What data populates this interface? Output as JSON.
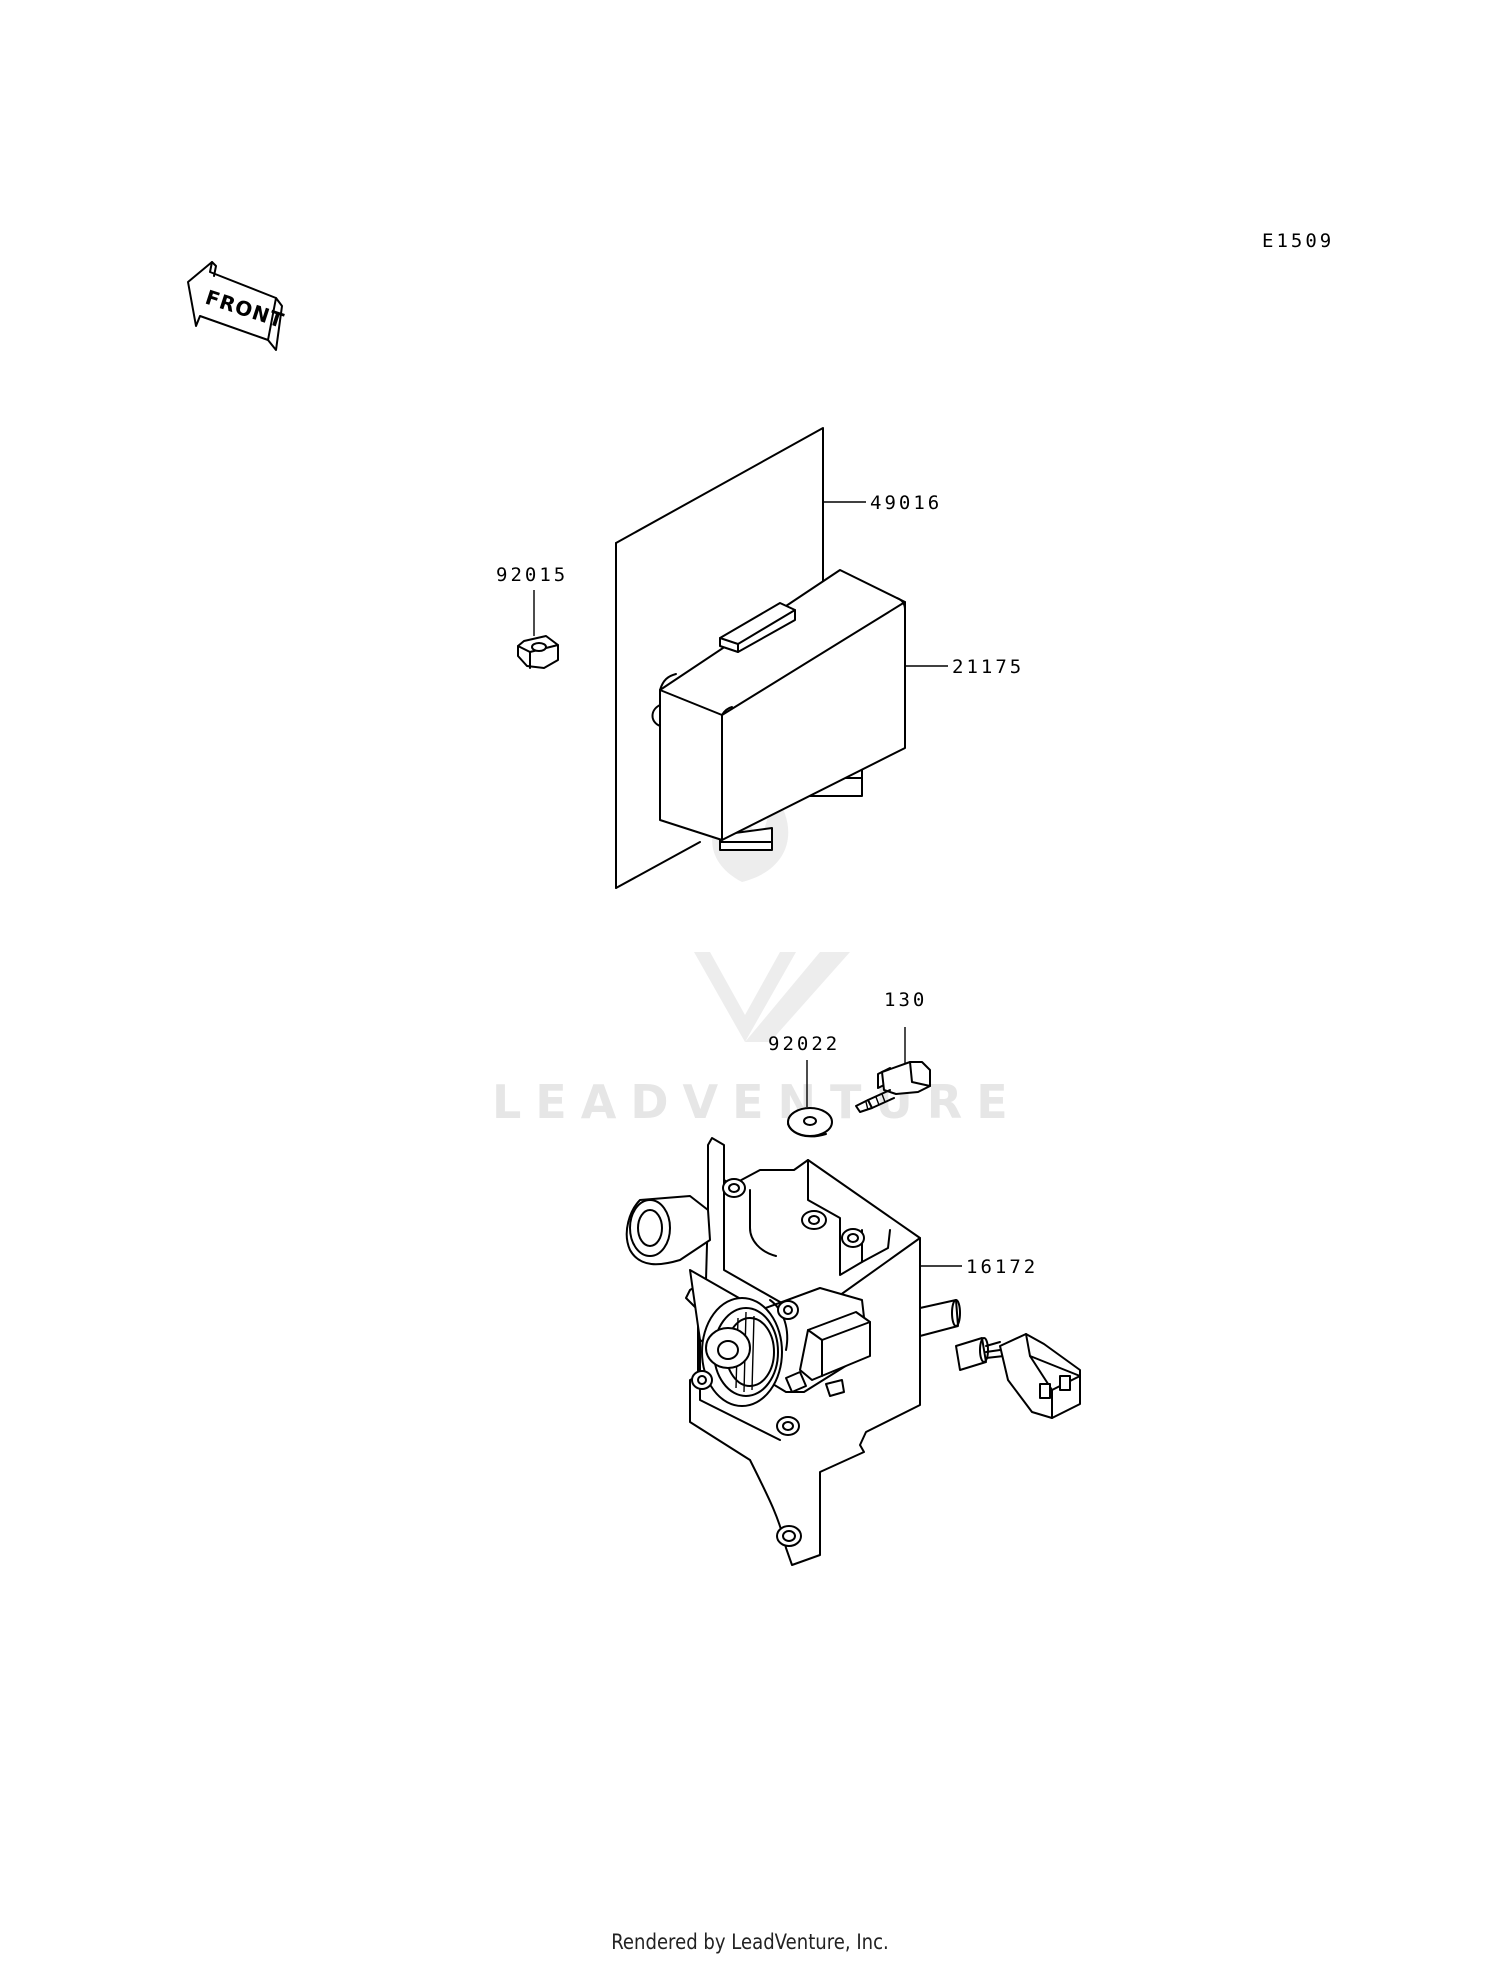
{
  "diagram": {
    "code": "E1509",
    "front_arrow": "FRONT",
    "parts": [
      {
        "number": "49016"
      },
      {
        "number": "92015"
      },
      {
        "number": "21175"
      },
      {
        "number": "130"
      },
      {
        "number": "92022"
      },
      {
        "number": "16172"
      }
    ],
    "watermark": "LEADVENTURE"
  },
  "footer": {
    "text": "Rendered by LeadVenture, Inc."
  }
}
